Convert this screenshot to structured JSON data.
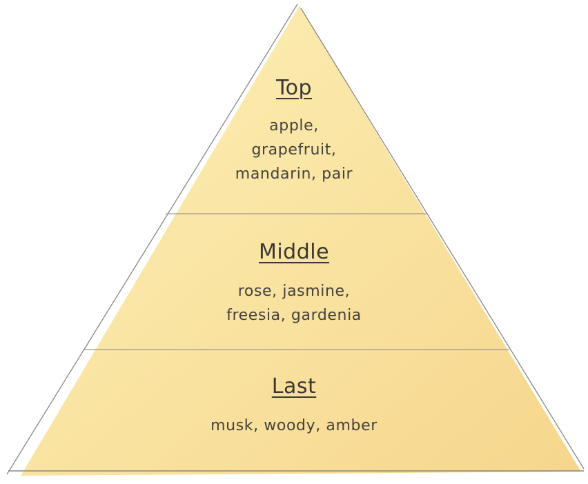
{
  "colors": {
    "fill_light": "#fbeeb0",
    "fill_dark": "#f7d990",
    "outline": "#8a8780",
    "text": "#3a3733"
  },
  "pyramid": {
    "tiers": [
      {
        "title": "Top",
        "notes": [
          "apple,",
          "grapefruit,",
          "mandarin, pair"
        ]
      },
      {
        "title": "Middle",
        "notes": [
          "rose, jasmine,",
          "freesia, gardenia"
        ]
      },
      {
        "title": "Last",
        "notes": [
          "musk, woody, amber"
        ]
      }
    ]
  }
}
